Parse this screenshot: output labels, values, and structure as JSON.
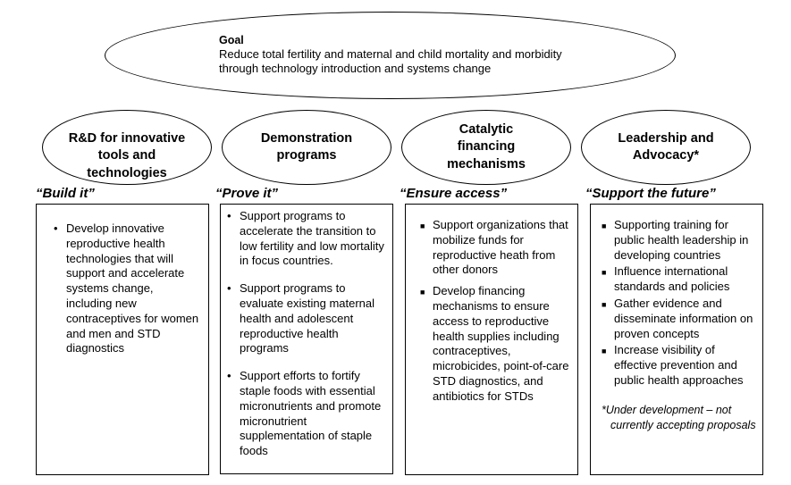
{
  "goal": {
    "title": "Goal",
    "text": "Reduce total fertility and maternal and child mortality and morbidity through technology introduction and systems change"
  },
  "pillars": [
    {
      "title": "R&D for innovative tools and technologies",
      "tagline": "“Build it”",
      "bullets": [
        "Develop innovative reproductive health technologies that will support and accelerate systems change, including new contraceptives for women and men and STD diagnostics"
      ]
    },
    {
      "title": "Demonstration programs",
      "tagline": "“Prove it”",
      "bullets": [
        "Support programs to accelerate the transition to low fertility and low mortality in focus countries.",
        "Support programs to evaluate existing maternal health and adolescent reproductive health programs",
        "Support efforts to fortify staple foods with essential micronutrients and promote micronutrient supplementation of staple foods"
      ]
    },
    {
      "title": "Catalytic financing mechanisms",
      "tagline": "“Ensure access”",
      "bullets": [
        "Support organizations that mobilize funds for reproductive heath from other donors",
        "Develop financing mechanisms to ensure access to reproductive health supplies including contraceptives, microbicides, point-of-care STD diagnostics, and antibiotics for STDs"
      ]
    },
    {
      "title": "Leadership and Advocacy*",
      "tagline": "“Support the future”",
      "bullets": [
        "Supporting training for public health leadership in developing countries",
        "Influence international standards and policies",
        "Gather evidence and disseminate information on proven concepts",
        "Increase visibility of effective prevention and public health approaches"
      ],
      "note": "*Under development – not currently accepting proposals"
    }
  ]
}
